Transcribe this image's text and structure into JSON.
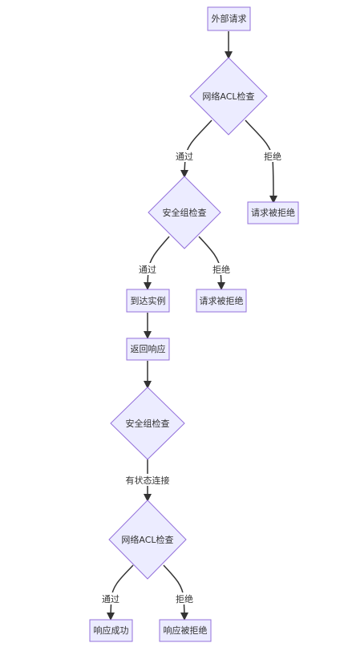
{
  "colors": {
    "node_fill": "#ECECFF",
    "node_stroke": "#9370DB",
    "edge": "#333333",
    "text": "#333333"
  },
  "nodes": {
    "external_request": "外部请求",
    "acl_check_1": "网络ACL检查",
    "request_rejected_1": "请求被拒绝",
    "sg_check_1": "安全组检查",
    "reach_instance": "到达实例",
    "request_rejected_2": "请求被拒绝",
    "return_response": "返回响应",
    "sg_check_2": "安全组检查",
    "acl_check_2": "网络ACL检查",
    "response_success": "响应成功",
    "response_rejected": "响应被拒绝"
  },
  "edges": {
    "acl1_pass": "通过",
    "acl1_reject": "拒绝",
    "sg1_pass": "通过",
    "sg1_reject": "拒绝",
    "sg2_stateful": "有状态连接",
    "acl2_pass": "通过",
    "acl2_reject": "拒绝"
  }
}
